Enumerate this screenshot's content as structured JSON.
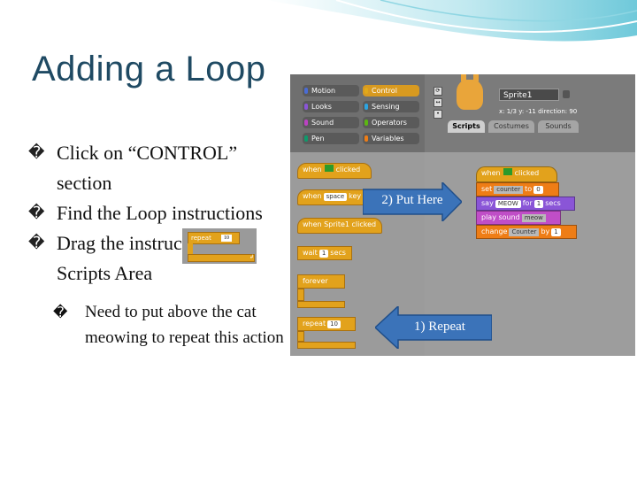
{
  "slide": {
    "title": "Adding a Loop",
    "bullet_glyph": "�",
    "bullets": [
      "Click on “CONTROL” section",
      "Find the Loop instructions",
      "Drag the instructions to Scripts Area"
    ],
    "subbullet": "Need to put above the cat meowing to repeat this action"
  },
  "inline_block": {
    "label": "repeat",
    "value": "10"
  },
  "scratch": {
    "categories": [
      "Motion",
      "Looks",
      "Sound",
      "Pen",
      "Control",
      "Sensing",
      "Operators",
      "Variables"
    ],
    "category_colors": [
      "#4a6cd4",
      "#8a55d7",
      "#bb42c3",
      "#0e9a6c",
      "#e1a91a",
      "#2ca5e2",
      "#5cb712",
      "#ee7d16"
    ],
    "selected_category": "Control",
    "sprite_name": "Sprite1",
    "coords_text": "x: 1/3  y: -11   direction: 90",
    "tabs": [
      "Scripts",
      "Costumes",
      "Sounds"
    ],
    "palette_blocks": {
      "when_flag": [
        "when",
        "clicked"
      ],
      "when_key": [
        "when",
        "space",
        "key pressed"
      ],
      "when_sprite": "when Sprite1 clicked",
      "wait": [
        "wait",
        "1",
        "secs"
      ],
      "forever": "forever",
      "repeat": [
        "repeat",
        "10"
      ]
    },
    "script": {
      "when_flag": [
        "when",
        "clicked"
      ],
      "set": [
        "set",
        "counter",
        "to",
        "0"
      ],
      "say": [
        "say",
        "MEOW",
        "for",
        "1",
        "secs"
      ],
      "play": [
        "play sound",
        "meow"
      ],
      "change": [
        "change",
        "Counter",
        "by",
        "1"
      ]
    }
  },
  "callouts": {
    "put_here": "2) Put Here",
    "repeat": "1) Repeat",
    "color": "#3b73b9"
  }
}
